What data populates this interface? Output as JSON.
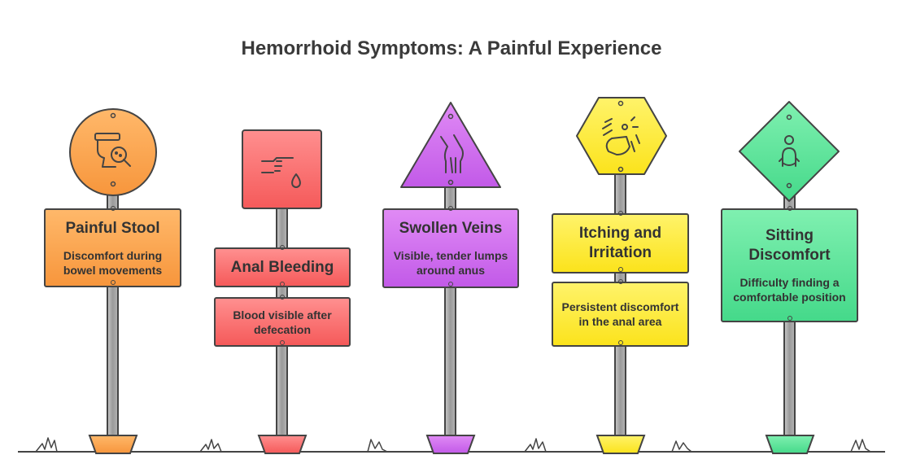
{
  "title": "Hemorrhoid Symptoms: A Painful Experience",
  "colors": {
    "orange": "#f7963c",
    "red": "#f55a5a",
    "purple": "#c25ae8",
    "yellow": "#fbe31c",
    "green": "#45d98a",
    "outline": "#444444"
  },
  "signs": [
    {
      "heading": "Painful Stool",
      "description": "Discomfort during bowel movements",
      "icon": "toilet-magnifier-icon",
      "shape": "circle"
    },
    {
      "heading": "Anal Bleeding",
      "description": "Blood visible after defecation",
      "icon": "pointing-hand-drop-icon",
      "shape": "rectangle"
    },
    {
      "heading": "Swollen Veins",
      "description": "Visible, tender lumps around anus",
      "icon": "swollen-joint-icon",
      "shape": "triangle"
    },
    {
      "heading": "Itching and Irritation",
      "description": "Persistent discomfort in the anal area",
      "icon": "scratching-hand-icon",
      "shape": "hexagon"
    },
    {
      "heading": "Sitting Discomfort",
      "description": "Difficulty finding a comfortable position",
      "icon": "seated-person-icon",
      "shape": "diamond"
    }
  ]
}
